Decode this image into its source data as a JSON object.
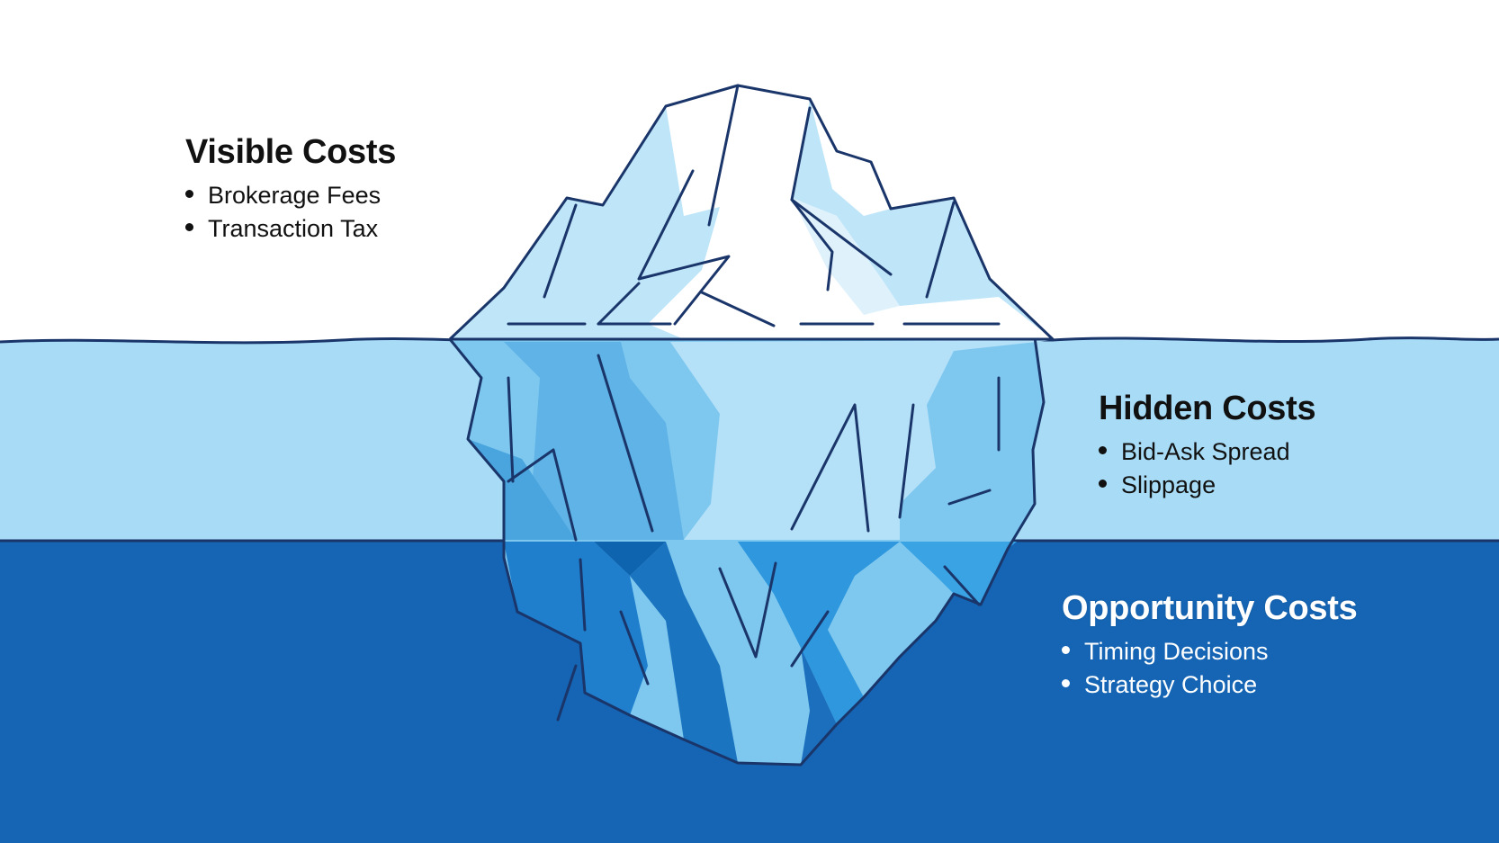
{
  "sections": {
    "visible": {
      "title": "Visible Costs",
      "items": [
        "Brokerage Fees",
        "Transaction Tax"
      ]
    },
    "hidden": {
      "title": "Hidden Costs",
      "items": [
        "Bid-Ask Spread",
        "Slippage"
      ]
    },
    "opportunity": {
      "title": "Opportunity Costs",
      "items": [
        "Timing Decisions",
        "Strategy Choice"
      ]
    }
  },
  "colors": {
    "sky": "#ffffff",
    "shallow_water": "#a8dcf6",
    "deep_water": "#1565b4",
    "outline": "#1a3569",
    "ice_top": "#ffffff",
    "ice_light": "#bfe5f9",
    "ice_mid": "#7ec8ef",
    "ice_deep": "#2b8fd6",
    "ice_darkest": "#0d5aa8"
  }
}
